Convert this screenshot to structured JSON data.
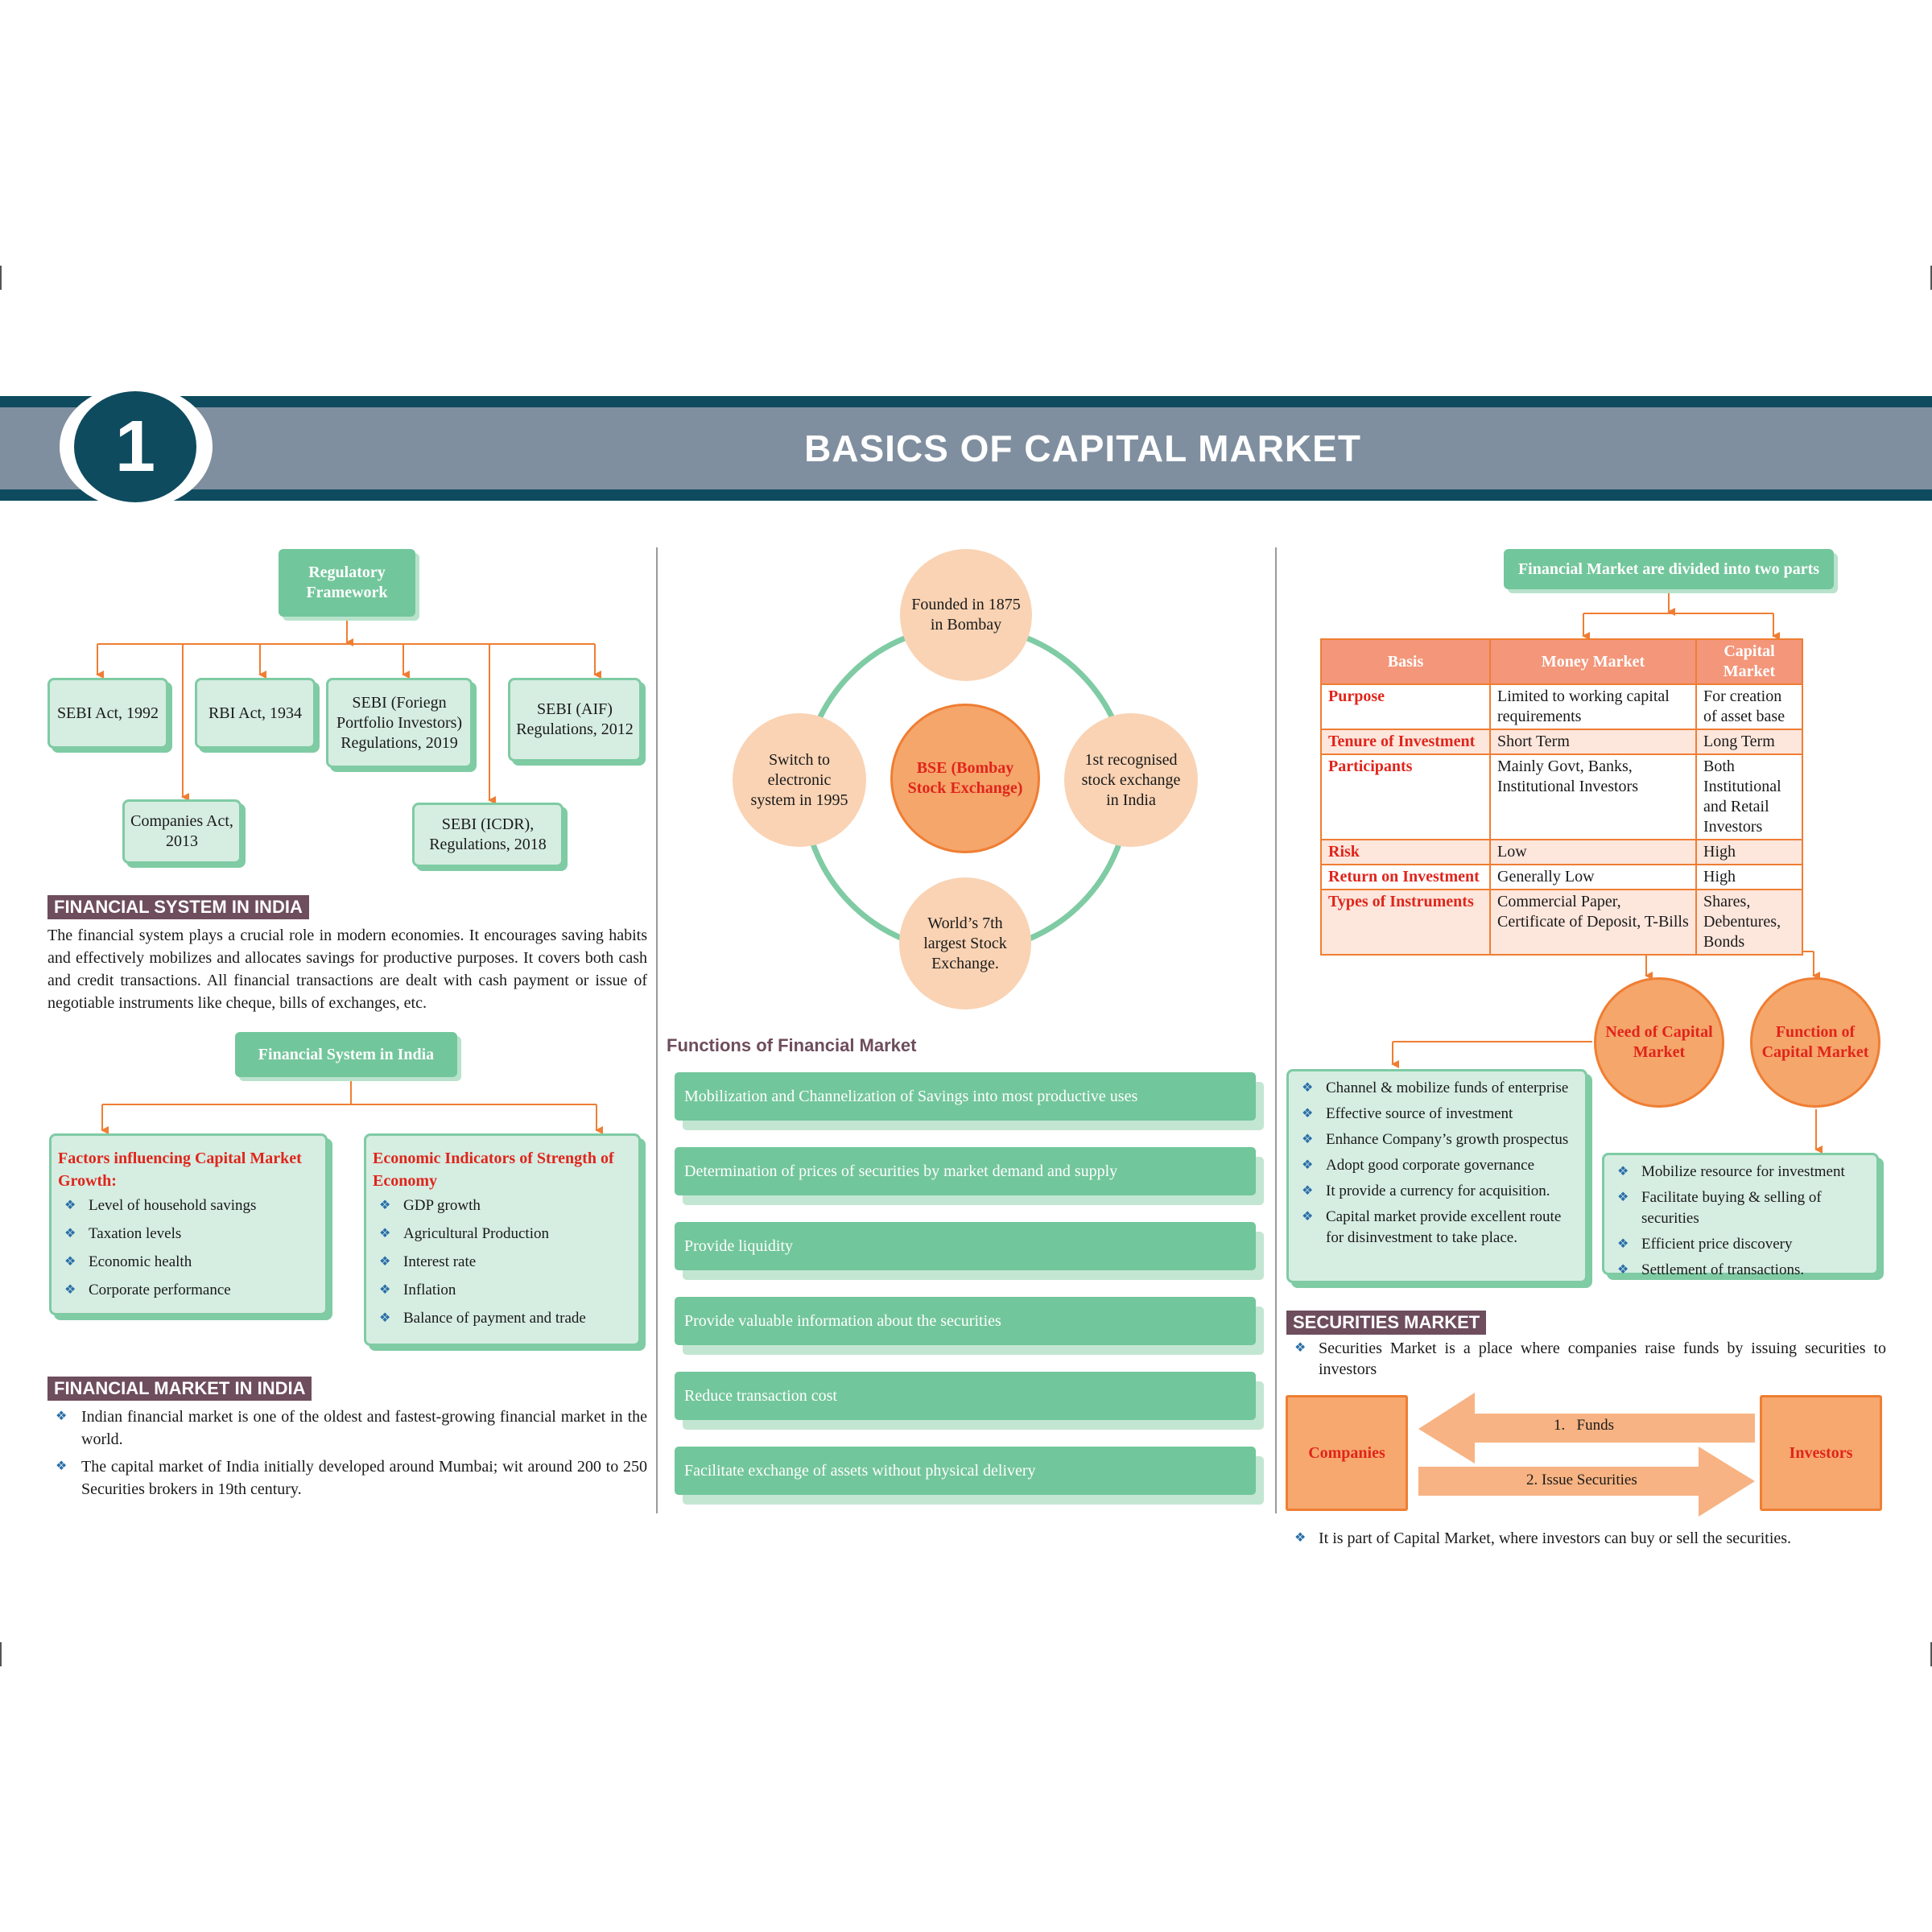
{
  "header": {
    "chapter_number": "1",
    "title": "BASICS OF CAPITAL MARKET"
  },
  "regulatory": {
    "root": "Regulatory Framework",
    "items": [
      "SEBI Act, 1992",
      "RBI Act, 1934",
      "SEBI (Foriegn Portfolio Investors) Regulations, 2019",
      "SEBI (AIF) Regulations, 2012",
      "Companies Act, 2013",
      "SEBI (ICDR), Regulations, 2018"
    ]
  },
  "financial_system": {
    "heading": "FINANCIAL SYSTEM IN INDIA",
    "paragraph": "The financial system plays a crucial role in modern economies. It encourages saving habits and effectively mobilizes and allocates savings for productive purposes. It covers both cash and credit transactions. All financial transactions are dealt with cash payment or issue of negotiable instruments like cheque, bills of exchanges, etc.",
    "root": "Financial System in India",
    "factors": {
      "title": "Factors influencing Capital Market Growth:",
      "items": [
        "Level of household savings",
        "Taxation levels",
        "Economic health",
        "Corporate performance"
      ]
    },
    "indicators": {
      "title": "Economic Indicators of Strength of Economy",
      "items": [
        "GDP growth",
        "Agricultural Production",
        "Interest rate",
        "Inflation",
        "Balance of payment and trade"
      ]
    }
  },
  "financial_market": {
    "heading": "FINANCIAL MARKET IN INDIA",
    "items": [
      "Indian financial market is one of the oldest and fastest-growing financial market in the world.",
      "The capital market of India initially developed around Mumbai; wit around 200 to 250 Securities brokers in 19th century."
    ]
  },
  "bse": {
    "center": "BSE (Bombay Stock Exchange)",
    "top": "Founded in 1875 in Bombay",
    "right": "1st recognised stock exchange in India",
    "bottom": "World’s 7th largest Stock Exchange.",
    "left": "Switch to electronic system in 1995"
  },
  "functions": {
    "heading": "Functions of Financial Market",
    "items": [
      "Mobilization and Channelization of Savings into most productive uses",
      "Determination of prices of securities by market demand and supply",
      "Provide liquidity",
      "Provide valuable information about the securities",
      "Reduce transaction cost",
      "Facilitate exchange of assets without physical delivery"
    ]
  },
  "market_parts": {
    "root": "Financial Market are divided into two parts",
    "headers": [
      "Basis",
      "Money Market",
      "Capital Market"
    ],
    "rows": [
      [
        "Purpose",
        "Limited to working capital requirements",
        "For creation of asset base"
      ],
      [
        "Tenure of Investment",
        "Short Term",
        "Long Term"
      ],
      [
        "Participants",
        "Mainly Govt, Banks, Institutional Investors",
        "Both Institutional and Retail Investors"
      ],
      [
        "Risk",
        "Low",
        "High"
      ],
      [
        "Return on Investment",
        "Generally Low",
        "High"
      ],
      [
        "Types of Instruments",
        "Commercial Paper, Certificate of Deposit, T-Bills",
        "Shares, Debentures, Bonds"
      ]
    ]
  },
  "capital_market": {
    "need_title": "Need of Capital Market",
    "function_title": "Function of Capital Market",
    "need_items": [
      "Channel & mobilize funds of enterprise",
      "Effective source of investment",
      "Enhance Company’s growth prospectus",
      "Adopt good corporate governance",
      "It provide a currency for acquisition.",
      "Capital market provide excellent route for disinvestment to take place."
    ],
    "function_items": [
      "Mobilize resource for investment",
      "Facilitate buying & selling of securities",
      "Efficient price discovery",
      "Settlement of transactions."
    ]
  },
  "securities": {
    "heading": "SECURITIES MARKET",
    "intro": "Securities Market is a place where companies raise funds by issuing securities to investors",
    "companies": "Companies",
    "investors": "Investors",
    "arrow_funds": "1.   Funds",
    "arrow_issue": "2. Issue Securities",
    "note": "It is part of Capital Market, where investors can buy or sell the securities."
  }
}
